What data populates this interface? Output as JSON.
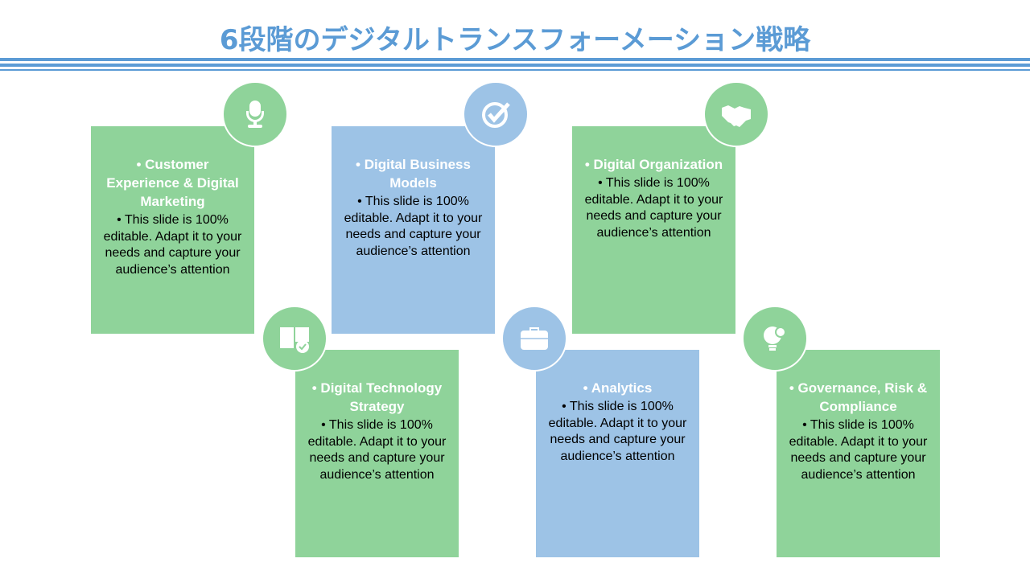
{
  "title": "6段階のデジタルトランスフォーメーション戦略",
  "colors": {
    "green": "#8fd39a",
    "blue": "#9dc3e6",
    "accent": "#5b9bd5"
  },
  "cards": [
    {
      "heading": "• Customer Experience & Digital Marketing",
      "body": "• This slide is 100% editable. Adapt it to your needs and capture your audience’s attention",
      "icon": "microphone-icon"
    },
    {
      "heading": "• Digital Business Models",
      "body": "• This slide is 100% editable. Adapt it to your needs and capture your audience’s attention",
      "icon": "checkmark-icon"
    },
    {
      "heading": "• Digital Organization",
      "body": "• This slide is 100% editable. Adapt it to your needs and capture your audience’s attention",
      "icon": "handshake-icon"
    },
    {
      "heading": "• Digital Technology Strategy",
      "body": "• This slide is 100% editable. Adapt it to your needs and capture your audience’s attention",
      "icon": "book-check-icon"
    },
    {
      "heading": "• Analytics",
      "body": "• This slide is 100% editable. Adapt it to your needs and capture your audience’s attention",
      "icon": "briefcase-icon"
    },
    {
      "heading": "• Governance, Risk & Compliance",
      "body": "• This slide is 100% editable. Adapt it to your needs and capture your audience’s attention",
      "icon": "lightbulb-gear-icon"
    }
  ]
}
